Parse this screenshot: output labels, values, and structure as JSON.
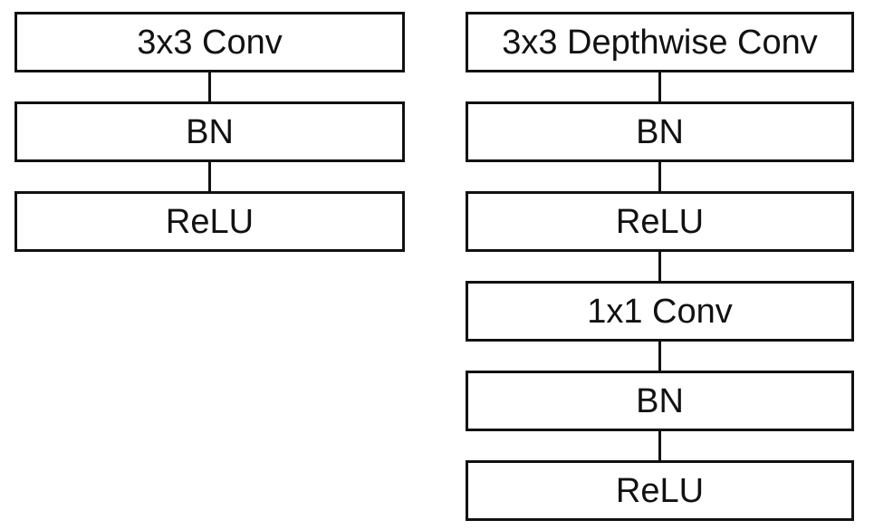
{
  "diagrams": [
    {
      "id": "standard",
      "blocks": [
        "3x3 Conv",
        "BN",
        "ReLU"
      ]
    },
    {
      "id": "separable",
      "blocks": [
        "3x3 Depthwise Conv",
        "BN",
        "ReLU",
        "1x1 Conv",
        "BN",
        "ReLU"
      ]
    }
  ]
}
